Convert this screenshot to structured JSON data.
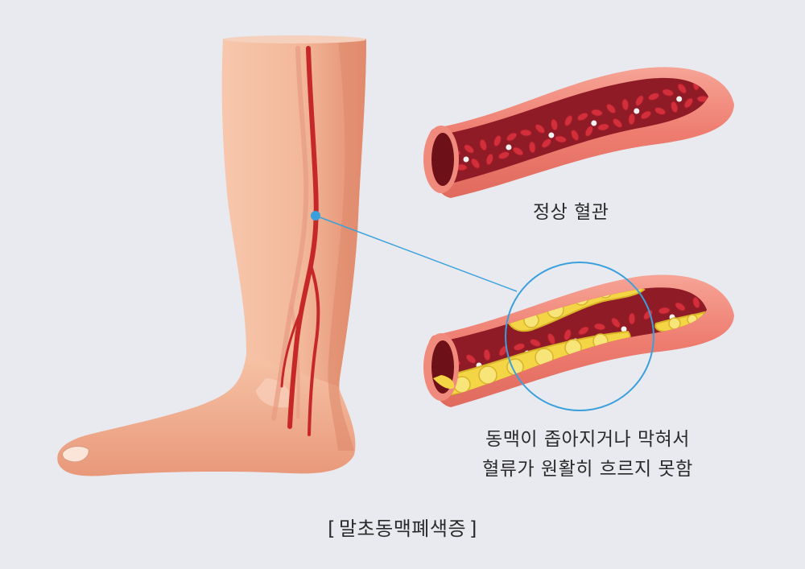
{
  "labels": {
    "normal_vessel": "정상 혈관",
    "blocked_line1": "동맥이 좁아지거나 막혀서",
    "blocked_line2": "혈류가 원활히 흐르지 못함"
  },
  "caption": {
    "open_bracket": "[",
    "title": "말초동맥폐색증",
    "close_bracket": "]"
  },
  "colors": {
    "background": "#e9eaef",
    "skin": "#f3b89a",
    "skin_shadow": "#e48d70",
    "artery": "#c62828",
    "vessel_wall": "#f08a7c",
    "vessel_lumen": "#8e1b26",
    "red_cell": "#d32f3b",
    "plaque": "#f4d545",
    "callout_line": "#3aa0dc"
  },
  "icons": {
    "leg": "leg-illustration",
    "normal_vessel": "normal-blood-vessel-illustration",
    "blocked_vessel": "blocked-blood-vessel-illustration",
    "magnifier": "magnifier-circle-icon"
  }
}
